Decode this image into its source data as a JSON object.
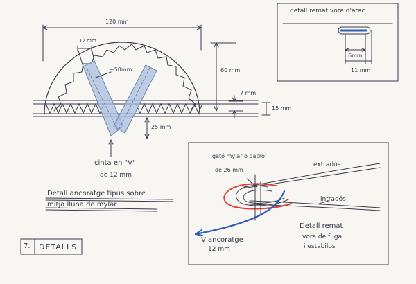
{
  "top_detail": {
    "dim_width": "120 mm",
    "dim_tape_width": "12 mm",
    "dim_radius": "~50mm",
    "dim_height": "60 mm",
    "dim_thick": "7 mm",
    "dim_15": "15 mm",
    "dim_25": "25 mm",
    "tape_caption_1": "cinta en \"V\"",
    "tape_caption_2": "de 12 mm",
    "title_1": "Detall ancoratge tipus sobre",
    "title_2": "mitja lluna de mylar"
  },
  "edge_detail": {
    "title": "detall remat vora d'atac",
    "dim_6": "6mm",
    "dim_11": "11 mm"
  },
  "trailing_detail": {
    "label_gap": "gató mylar o dacro'",
    "label_gap_2": "de 26 mm",
    "label_extrados": "extradós",
    "label_intrados": "intradós",
    "label_v_1": "V ancoratge",
    "label_v_2": "12 mm",
    "title_1": "Detall remat",
    "title_2": "vora de fuga",
    "title_3": "i estabilos"
  },
  "section": {
    "number": "7.",
    "name": "DETALLS"
  },
  "colors": {
    "ink": "#3a3a4a",
    "tape_blue": "#9fb4d8",
    "red": "#d9413a",
    "blue": "#2f5db8"
  }
}
